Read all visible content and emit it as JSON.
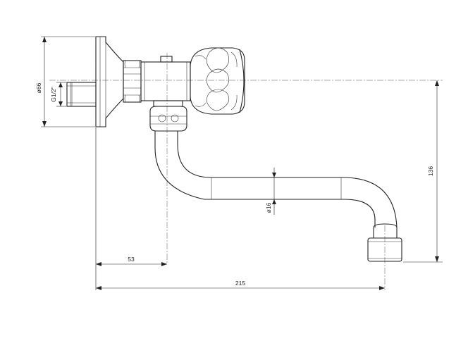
{
  "dimensions": {
    "diameter_rosette": "ø66",
    "thread": "G1/2\"",
    "height": "136",
    "diameter_spout": "ø16",
    "offset": "53",
    "reach": "215"
  }
}
